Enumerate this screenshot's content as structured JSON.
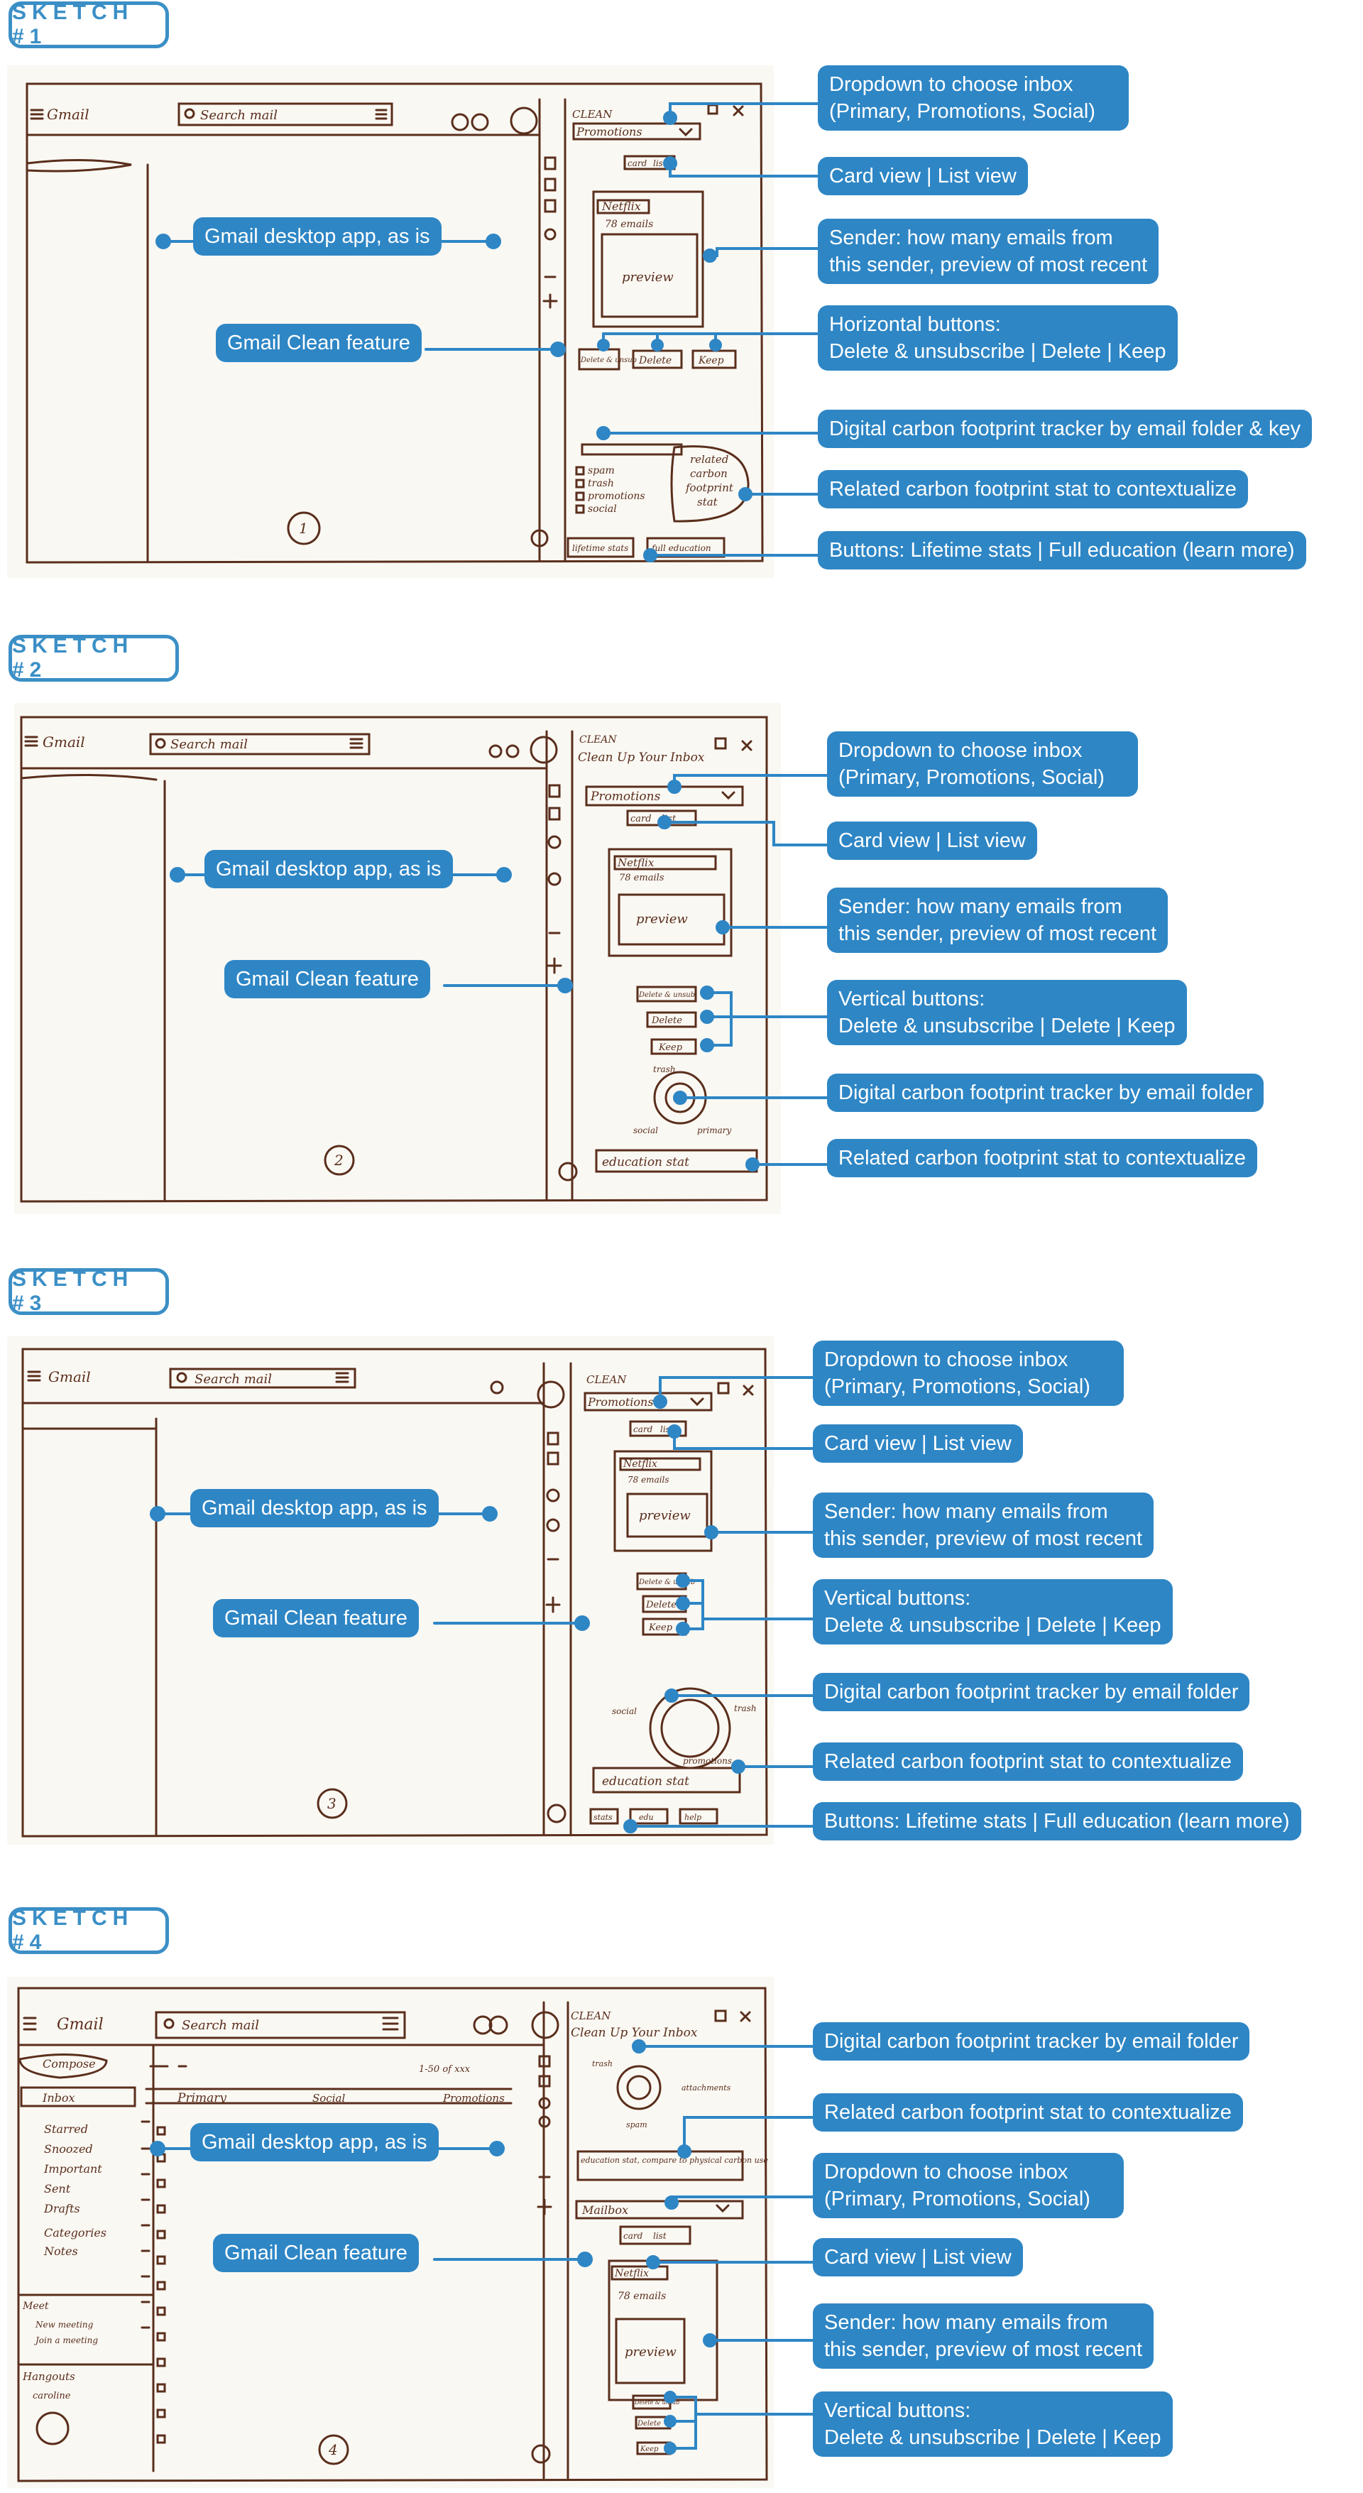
{
  "sections": [
    {
      "title": "SKETCH #1",
      "number": "1",
      "callouts": {
        "dropdown": [
          "Dropdown to choose inbox",
          "(Primary, Promotions, Social)"
        ],
        "view": [
          "Card view | List view"
        ],
        "sender": [
          "Sender: how many emails from",
          "this sender, preview of most recent"
        ],
        "buttons": [
          "Horizontal buttons:",
          "Delete & unsubscribe | Delete | Keep"
        ],
        "tracker": [
          "Digital carbon footprint tracker by email folder & key"
        ],
        "stat": [
          "Related carbon footprint stat to contextualize"
        ],
        "lifetime": [
          "Buttons: Lifetime stats | Full education (learn more)"
        ],
        "app": [
          "Gmail desktop app, as is"
        ],
        "feature": [
          "Gmail Clean feature"
        ]
      }
    },
    {
      "title": "SKETCH #2",
      "number": "2",
      "callouts": {
        "dropdown": [
          "Dropdown to choose inbox",
          "(Primary, Promotions, Social)"
        ],
        "view": [
          "Card view | List view"
        ],
        "sender": [
          "Sender: how many emails from",
          "this sender, preview of most recent"
        ],
        "buttons": [
          "Vertical buttons:",
          "Delete & unsubscribe | Delete | Keep"
        ],
        "tracker": [
          "Digital carbon footprint tracker by email folder"
        ],
        "stat": [
          "Related carbon footprint stat to contextualize"
        ],
        "app": [
          "Gmail desktop app, as is"
        ],
        "feature": [
          "Gmail Clean feature"
        ]
      }
    },
    {
      "title": "SKETCH #3",
      "number": "3",
      "callouts": {
        "dropdown": [
          "Dropdown to choose inbox",
          "(Primary, Promotions, Social)"
        ],
        "view": [
          "Card view | List view"
        ],
        "sender": [
          "Sender: how many emails from",
          "this sender, preview of most recent"
        ],
        "buttons": [
          "Vertical buttons:",
          "Delete & unsubscribe | Delete | Keep"
        ],
        "tracker": [
          "Digital carbon footprint tracker by email folder"
        ],
        "stat": [
          "Related carbon footprint stat to contextualize"
        ],
        "lifetime": [
          "Buttons: Lifetime stats | Full education (learn more)"
        ],
        "app": [
          "Gmail desktop app, as is"
        ],
        "feature": [
          "Gmail Clean feature"
        ]
      }
    },
    {
      "title": "SKETCH #4",
      "number": "4",
      "callouts": {
        "tracker": [
          "Digital carbon footprint tracker by email folder"
        ],
        "stat": [
          "Related carbon footprint stat to contextualize"
        ],
        "dropdown": [
          "Dropdown to choose inbox",
          "(Primary, Promotions, Social)"
        ],
        "view": [
          "Card view | List view"
        ],
        "sender": [
          "Sender: how many emails from",
          "this sender, preview of most recent"
        ],
        "buttons": [
          "Vertical buttons:",
          "Delete & unsubscribe | Delete | Keep"
        ],
        "app": [
          "Gmail desktop app, as is"
        ],
        "feature": [
          "Gmail Clean feature"
        ]
      }
    }
  ],
  "sketch_text": {
    "gmail": "Gmail",
    "search": "Search mail",
    "clean": "CLEAN",
    "clean_up": "Clean Up Your Inbox",
    "promotions": "Promotions",
    "mailbox": "Mailbox",
    "card": "card",
    "list": "list",
    "netflix": "Netflix",
    "emails": "78 emails",
    "preview": "preview",
    "del_unsub": "Delete & unsub",
    "delete": "Delete",
    "keep": "Keep",
    "education_stat": "education stat",
    "education_stat_compare": "education stat, compare to physical carbon use",
    "lifetime_stats": "lifetime stats",
    "full_education": "full education",
    "legend": [
      "spam",
      "trash",
      "promotions",
      "social"
    ],
    "related_stat": [
      "related",
      "carbon",
      "footprint",
      "stat"
    ],
    "ring_labels_2": [
      "trash",
      "social",
      "primary"
    ],
    "ring_labels_3": [
      "social",
      "trash",
      "promotions"
    ],
    "ring_labels_4": [
      "trash",
      "attachments",
      "spam"
    ],
    "stats": "stats",
    "edu": "edu",
    "help": "help",
    "compose": "Compose",
    "inbox": "Inbox",
    "nav": [
      "Starred",
      "Snoozed",
      "Important",
      "Sent",
      "Drafts",
      "Categories",
      "Notes"
    ],
    "tabs": [
      "Primary",
      "Social",
      "Promotions"
    ],
    "pagination": "1-50 of xxx",
    "meet": "Meet",
    "new_meeting": "New meeting",
    "join_meeting": "Join a meeting",
    "hangouts": "Hangouts",
    "contact": "caroline"
  }
}
